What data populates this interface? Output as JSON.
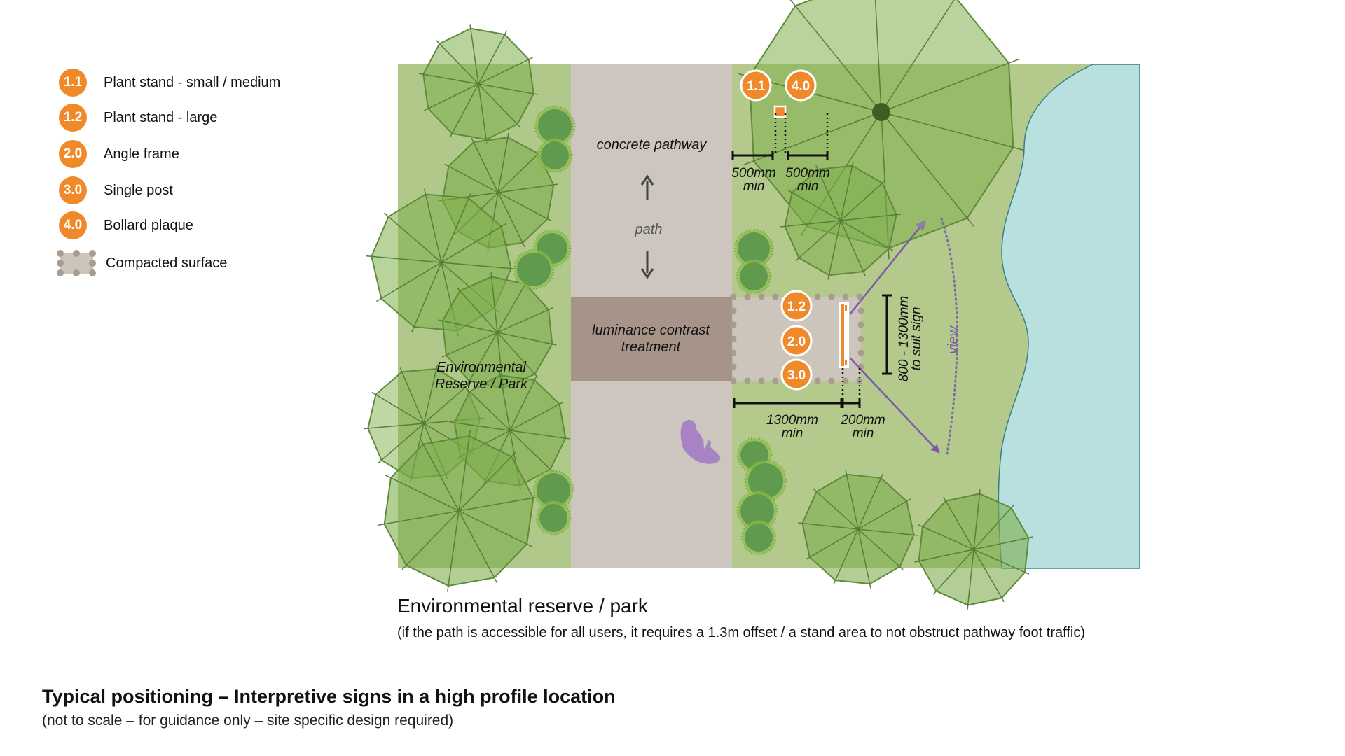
{
  "legend": {
    "items": [
      {
        "code": "1.1",
        "label": "Plant stand - small / medium"
      },
      {
        "code": "1.2",
        "label": "Plant stand - large"
      },
      {
        "code": "2.0",
        "label": "Angle frame"
      },
      {
        "code": "3.0",
        "label": "Single post"
      },
      {
        "code": "4.0",
        "label": "Bollard plaque"
      }
    ],
    "compacted_surface_label": "Compacted surface"
  },
  "diagram": {
    "path_label": "concrete pathway",
    "path_direction_label": "path",
    "luminance_label_line1": "luminance contrast",
    "luminance_label_line2": "treatment",
    "reserve_label_line1": "Environmental",
    "reserve_label_line2": "Reserve / Park",
    "view_label": "view",
    "markers_top": [
      "1.1",
      "4.0"
    ],
    "markers_stand": [
      "1.2",
      "2.0",
      "3.0"
    ],
    "dimensions": {
      "top_left": {
        "value": "500mm",
        "qualifier": "min"
      },
      "top_right": {
        "value": "500mm",
        "qualifier": "min"
      },
      "bottom_left": {
        "value": "1300mm",
        "qualifier": "min"
      },
      "bottom_right": {
        "value": "200mm",
        "qualifier": "min"
      },
      "vertical_line1": "800 - 1300mm",
      "vertical_line2": "to suit sign"
    },
    "icons": [
      "wheelchair-user-icon",
      "arrow-up-icon",
      "arrow-down-icon",
      "view-arrow-icon"
    ]
  },
  "caption": {
    "title": "Environmental reserve / park",
    "note": "(if the path is accessible for all users, it requires a 1.3m offset / a stand area to not obstruct pathway foot traffic)"
  },
  "footer": {
    "title": "Typical positioning – Interpretive signs in a high profile location",
    "subtitle": "(not to scale – for guidance only – site specific design required)"
  },
  "colors": {
    "marker_orange": "#f0892a",
    "grass_light": "#b3ca8c",
    "grass_left": "#a9c584",
    "path_grey": "#ccc6be",
    "luminance_brown": "#a59487",
    "water": "#b7e0df",
    "view_purple": "#7d5aa8",
    "tree_green": "#7fae4c"
  }
}
